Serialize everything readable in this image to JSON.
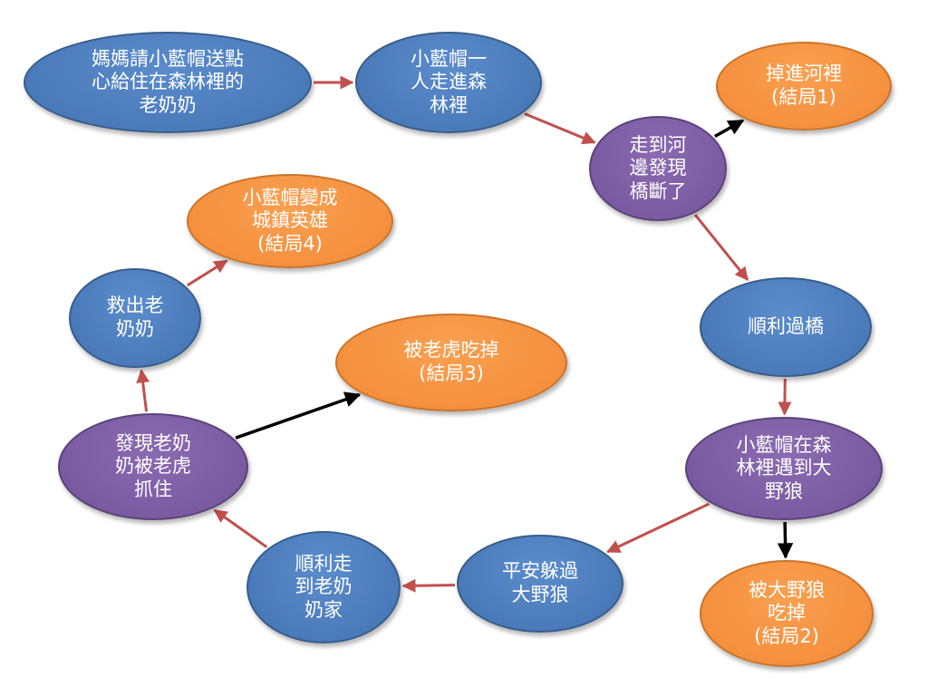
{
  "colors": {
    "blue": "#4a7ab9",
    "purple": "#7a5ba2",
    "orange": "#f5903e",
    "arrow_red": "#c0504d",
    "arrow_black": "#000000"
  },
  "nodes": {
    "start": {
      "label": "媽媽請小藍帽送點\n心給住在森林裡的\n老奶奶",
      "color": "blue"
    },
    "walk_forest": {
      "label": "小藍帽一\n人走進森\n林裡",
      "color": "blue"
    },
    "ending1": {
      "label": "掉進河裡\n(結局1)",
      "color": "orange"
    },
    "bridge_broken": {
      "label": "走到河\n邊發現\n橋斷了",
      "color": "purple"
    },
    "cross_bridge": {
      "label": "順利過橋",
      "color": "blue"
    },
    "meet_wolf": {
      "label": "小藍帽在森\n林裡遇到大\n野狼",
      "color": "purple"
    },
    "ending2": {
      "label": "被大野狼\n吃掉\n(結局2)",
      "color": "orange"
    },
    "escape_wolf": {
      "label": "平安躲過\n大野狼",
      "color": "blue"
    },
    "grandma_house": {
      "label": "順利走\n到老奶\n奶家",
      "color": "blue"
    },
    "grandma_caught": {
      "label": "發現老奶\n奶被老虎\n抓住",
      "color": "purple"
    },
    "ending3": {
      "label": "被老虎吃掉\n(結局3)",
      "color": "orange"
    },
    "rescue": {
      "label": "救出老\n奶奶",
      "color": "blue"
    },
    "ending4": {
      "label": "小藍帽變成\n城鎮英雄\n(結局4)",
      "color": "orange"
    }
  },
  "edges": [
    {
      "from": "start",
      "to": "walk_forest",
      "color": "red"
    },
    {
      "from": "walk_forest",
      "to": "bridge_broken",
      "color": "red"
    },
    {
      "from": "bridge_broken",
      "to": "ending1",
      "color": "black"
    },
    {
      "from": "bridge_broken",
      "to": "cross_bridge",
      "color": "red"
    },
    {
      "from": "cross_bridge",
      "to": "meet_wolf",
      "color": "red"
    },
    {
      "from": "meet_wolf",
      "to": "ending2",
      "color": "black"
    },
    {
      "from": "meet_wolf",
      "to": "escape_wolf",
      "color": "red"
    },
    {
      "from": "escape_wolf",
      "to": "grandma_house",
      "color": "red"
    },
    {
      "from": "grandma_house",
      "to": "grandma_caught",
      "color": "red"
    },
    {
      "from": "grandma_caught",
      "to": "ending3",
      "color": "black"
    },
    {
      "from": "grandma_caught",
      "to": "rescue",
      "color": "red"
    },
    {
      "from": "rescue",
      "to": "ending4",
      "color": "red"
    }
  ]
}
